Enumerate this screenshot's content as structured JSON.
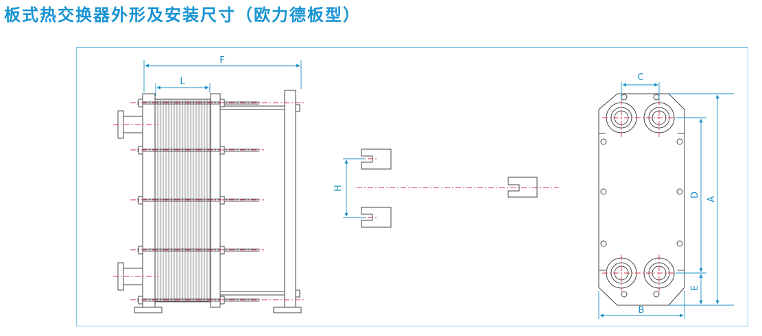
{
  "title": "板式热交换器外形及安装尺寸（欧力德板型）",
  "colors": {
    "accent": "#1793d1",
    "frame_border": "#7fc6e3",
    "dimension": "#1a8fc6",
    "outline": "#444444",
    "centerline": "#d9334a"
  },
  "dimensions": {
    "F": "F",
    "L": "L",
    "H": "H",
    "C": "C",
    "D": "D",
    "A": "A",
    "E": "E",
    "B": "B"
  }
}
